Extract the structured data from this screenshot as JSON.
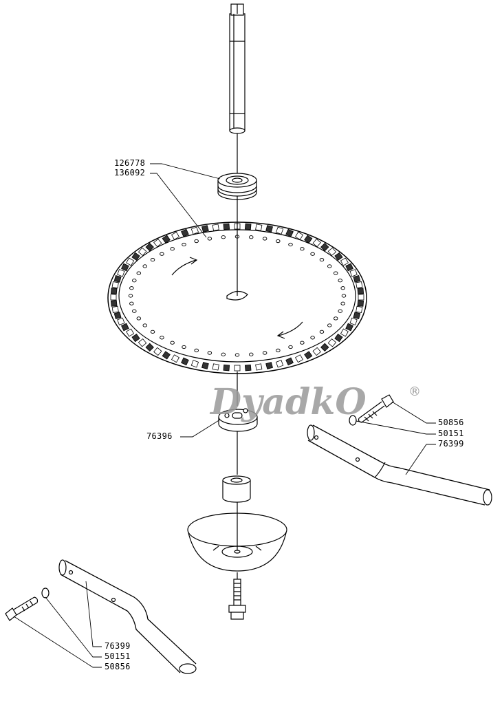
{
  "watermark": {
    "brand": "DyadkO",
    "registered": "®"
  },
  "labels": {
    "shaft_bushing": "126778",
    "seed_disc": "136092",
    "hub": "76396",
    "bolt_right": "50856",
    "washer_right": "50151",
    "arm_right": "76399",
    "arm_left": "76399",
    "washer_left": "50151",
    "bolt_left": "50856"
  },
  "disc": {
    "hole_count": 48,
    "tooth_count": 72
  }
}
